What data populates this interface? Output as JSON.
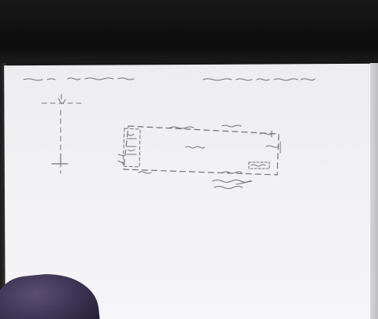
{
  "scene": {
    "surface": "paper",
    "colors": {
      "paper": "#f2f2f4",
      "ink": "#3a3a44",
      "background": "#0e0e0e",
      "glove": "#3f3657"
    },
    "objects": [
      "handwritten-sketch",
      "rectangle-diagram",
      "vertical-dimension-mark",
      "gloved-thumb"
    ]
  }
}
